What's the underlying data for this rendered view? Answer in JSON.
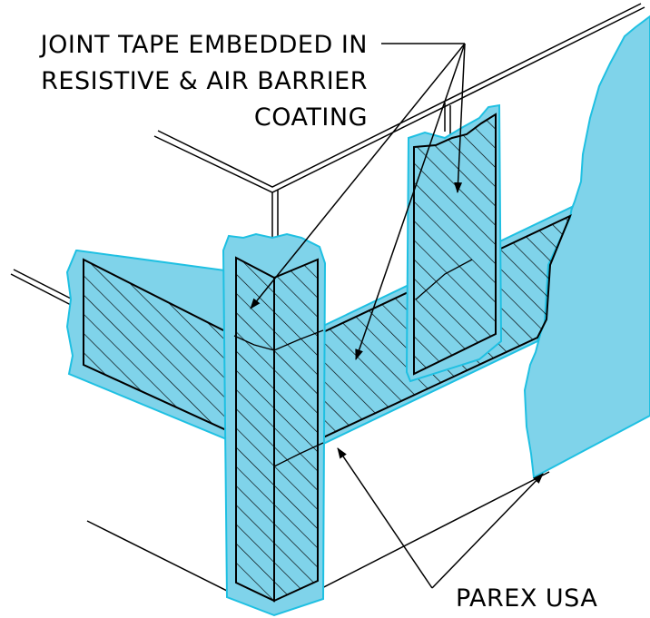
{
  "labels": {
    "callout_top_line1": "JOINT TAPE EMBEDDED IN",
    "callout_top_line2": "RESISTIVE & AIR BARRIER",
    "callout_top_line3": "COATING",
    "callout_bottom": "PAREX USA"
  },
  "colors": {
    "coating": "#7fd3ea",
    "coating_edge": "#1fc0e2",
    "line": "#000000",
    "background": "#ffffff"
  }
}
